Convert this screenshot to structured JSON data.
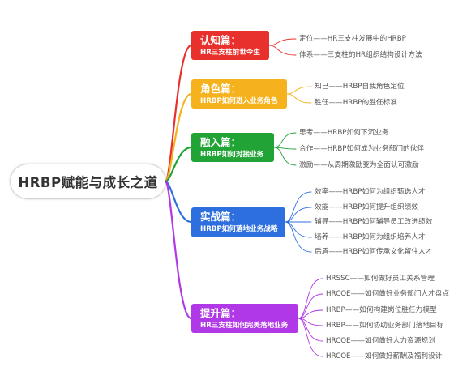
{
  "root": {
    "label": "HRBP赋能与成长之道"
  },
  "branches": [
    {
      "title": "认知篇：",
      "subtitle": "HR三支柱前世今生",
      "color": "#e8302c",
      "items": [
        "定位——HR三支柱发展中的HRBP",
        "体系——三支柱的HR组织结构设计方法"
      ]
    },
    {
      "title": "角色篇：",
      "subtitle": "HRBP如何进入业务角色",
      "color": "#f6b21c",
      "items": [
        "知己——HRBP自我角色定位",
        "胜任——HRBP的胜任标准"
      ]
    },
    {
      "title": "融入篇：",
      "subtitle": "HRBP如何对接业务",
      "color": "#21a336",
      "items": [
        "思考——HRBP如何下沉业务",
        "合作——HRBP如何成为业务部门的伙伴",
        "激励——从周期激励变为全面认可激励"
      ]
    },
    {
      "title": "实战篇：",
      "subtitle": "HRBP如何落地业务战略",
      "color": "#2e6fe0",
      "items": [
        "效率——HRBP如何为组织甄选人才",
        "效能——HRBP如何提升组织绩效",
        "辅导——HRBP如何辅导员工改进绩效",
        "培养——HRBP如何为组织培养人才",
        "后盾——HRBP如何传承文化留住人才"
      ]
    },
    {
      "title": "提升篇：",
      "subtitle": "HR三支柱如何完美落地业务",
      "color": "#b138e6",
      "items": [
        "HRSSC——如何做好员工关系管理",
        "HRCOE——如何做好业务部门人才盘点",
        "HRBP——如何构建岗位胜任力模型",
        "HRBP——如何协助业务部门落地目标",
        "HRCOE——如何做好人力资源规划",
        "HRCOE——如何做好薪酬及福利设计"
      ]
    }
  ]
}
